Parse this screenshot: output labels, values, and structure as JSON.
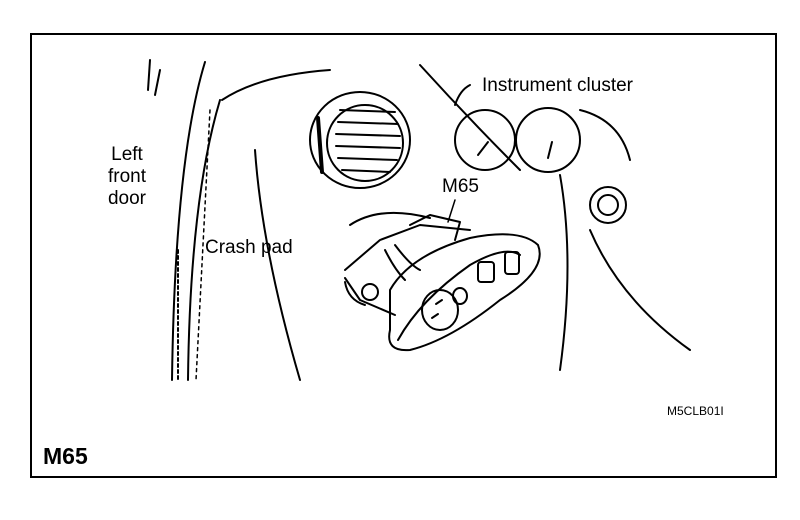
{
  "labels": {
    "left_front_door": "Left\nfront\ndoor",
    "crash_pad": "Crash pad",
    "instrument_cluster": "Instrument cluster",
    "connector": "M65"
  },
  "figure_code": "M5CLB01I",
  "title": "M65"
}
